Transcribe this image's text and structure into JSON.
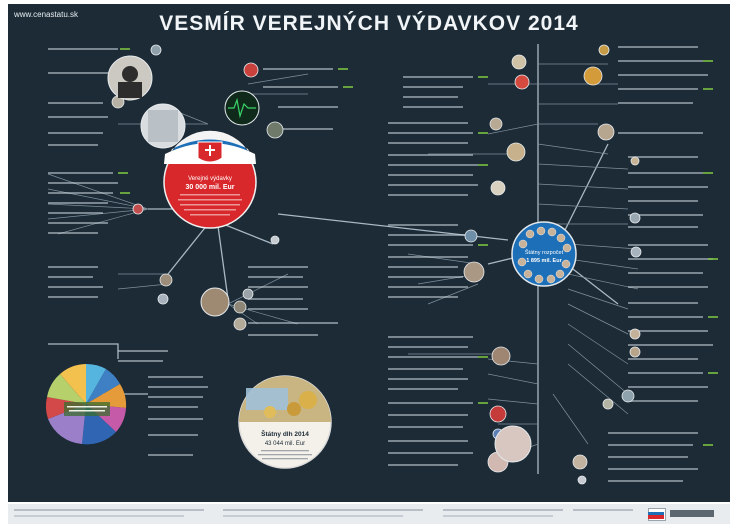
{
  "header": {
    "website": "www.cenastatu.sk",
    "title": "VESMÍR VEREJNÝCH VÝDAVKOV 2014"
  },
  "center_hub": {
    "label": "Štátny rozpočet",
    "value": "1 895 mil. Eur"
  },
  "state_budget": {
    "label": "Verejné výdavky",
    "value": "30 000 mil. Eur"
  },
  "debt_circle": {
    "label": "Štátny dlh 2014",
    "value": "43 044 mil. Eur"
  },
  "colors": {
    "background": "#1c2b36",
    "lines": "#a9b8c3",
    "accent_red": "#d8282c",
    "accent_blue": "#1d6fb8",
    "value_green": "#7ac142"
  }
}
